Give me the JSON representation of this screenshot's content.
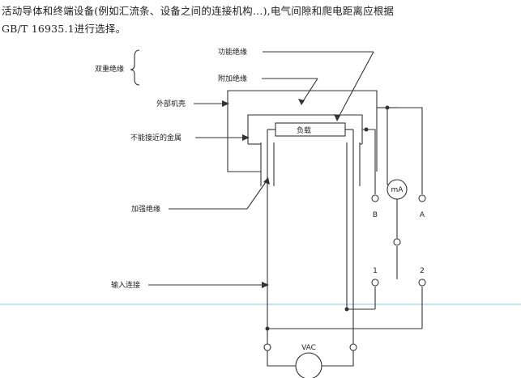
{
  "intro": {
    "line1": "活动导体和终端设备(例如汇流条、设备之间的连接机构…),电气间隙和爬电距离应根据",
    "line2": "GB/T 16935.1进行选择。"
  },
  "diagram": {
    "labels": {
      "double_insulation": "双重绝缘",
      "functional_insulation": "功能绝缘",
      "supplementary_insulation": "附加绝缘",
      "outer_enclosure": "外部机壳",
      "inaccessible_metal": "不能接近的金属",
      "load": "负载",
      "reinforced_insulation": "加强绝缘",
      "input_connection": "输入连接",
      "meter": "mA",
      "source": "VAC"
    },
    "terminals": {
      "b": "B",
      "a": "A",
      "one": "1",
      "two": "2"
    }
  }
}
